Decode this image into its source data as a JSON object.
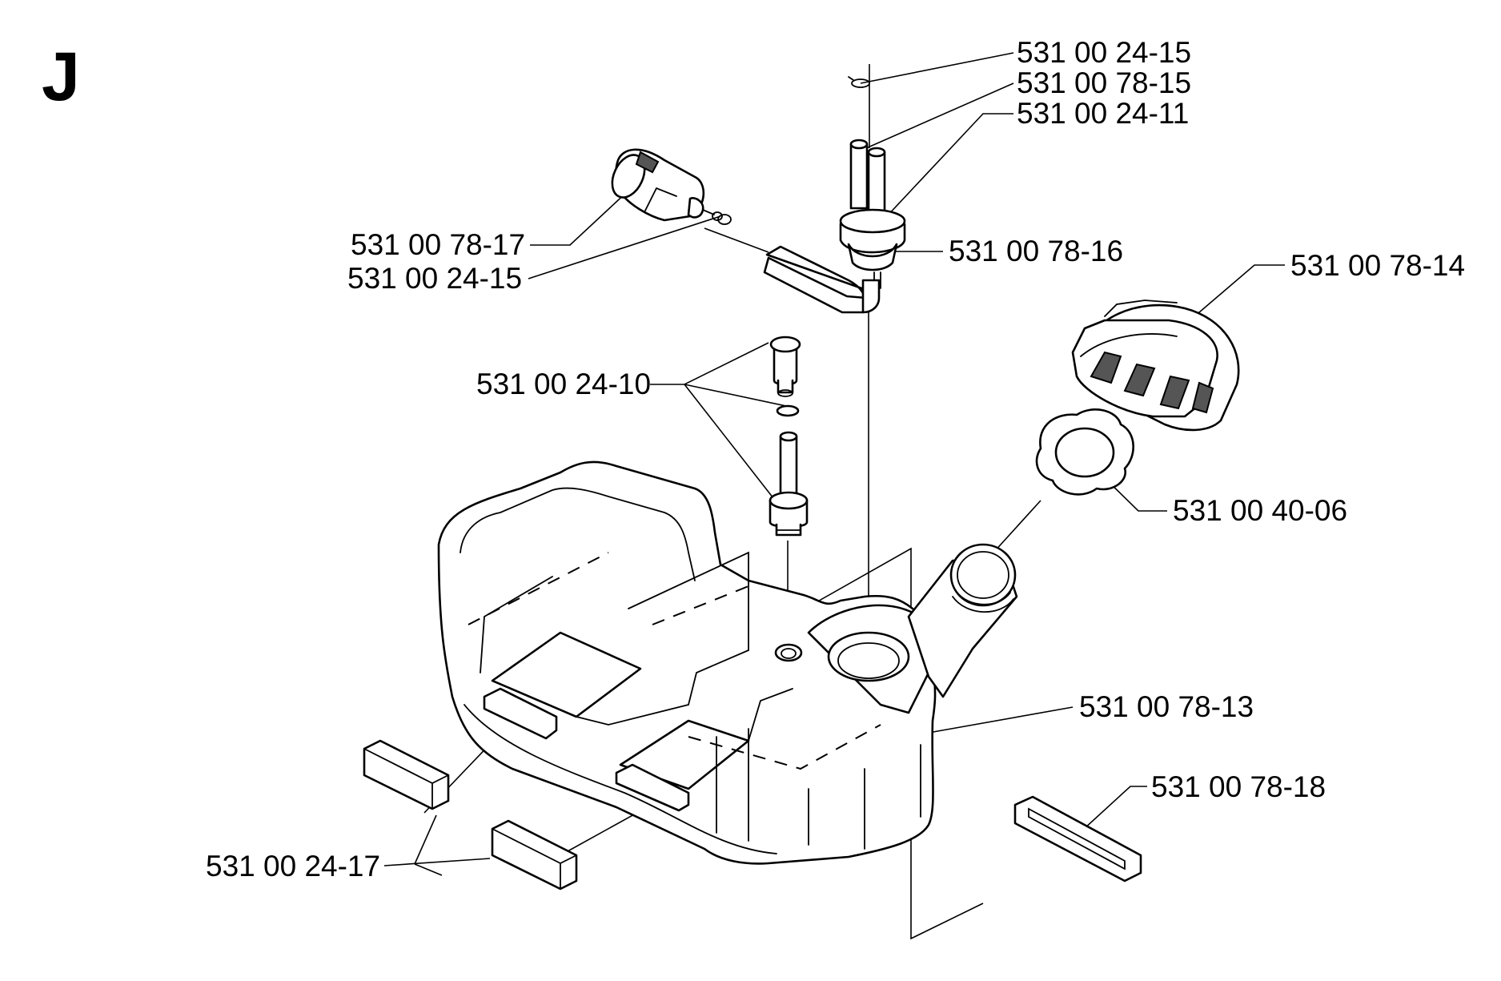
{
  "section_letter": "J",
  "parts": [
    {
      "id": "p1",
      "number": "531 00 24-15"
    },
    {
      "id": "p2",
      "number": "531 00 78-15"
    },
    {
      "id": "p3",
      "number": "531 00 24-11"
    },
    {
      "id": "p4",
      "number": "531 00 78-17"
    },
    {
      "id": "p5",
      "number": "531 00 24-15"
    },
    {
      "id": "p6",
      "number": "531 00 78-16"
    },
    {
      "id": "p7",
      "number": "531 00 78-14"
    },
    {
      "id": "p8",
      "number": "531 00 24-10"
    },
    {
      "id": "p9",
      "number": "531 00 40-06"
    },
    {
      "id": "p10",
      "number": "531 00 78-13"
    },
    {
      "id": "p11",
      "number": "531 00 78-18"
    },
    {
      "id": "p12",
      "number": "531 00 24-17"
    }
  ]
}
